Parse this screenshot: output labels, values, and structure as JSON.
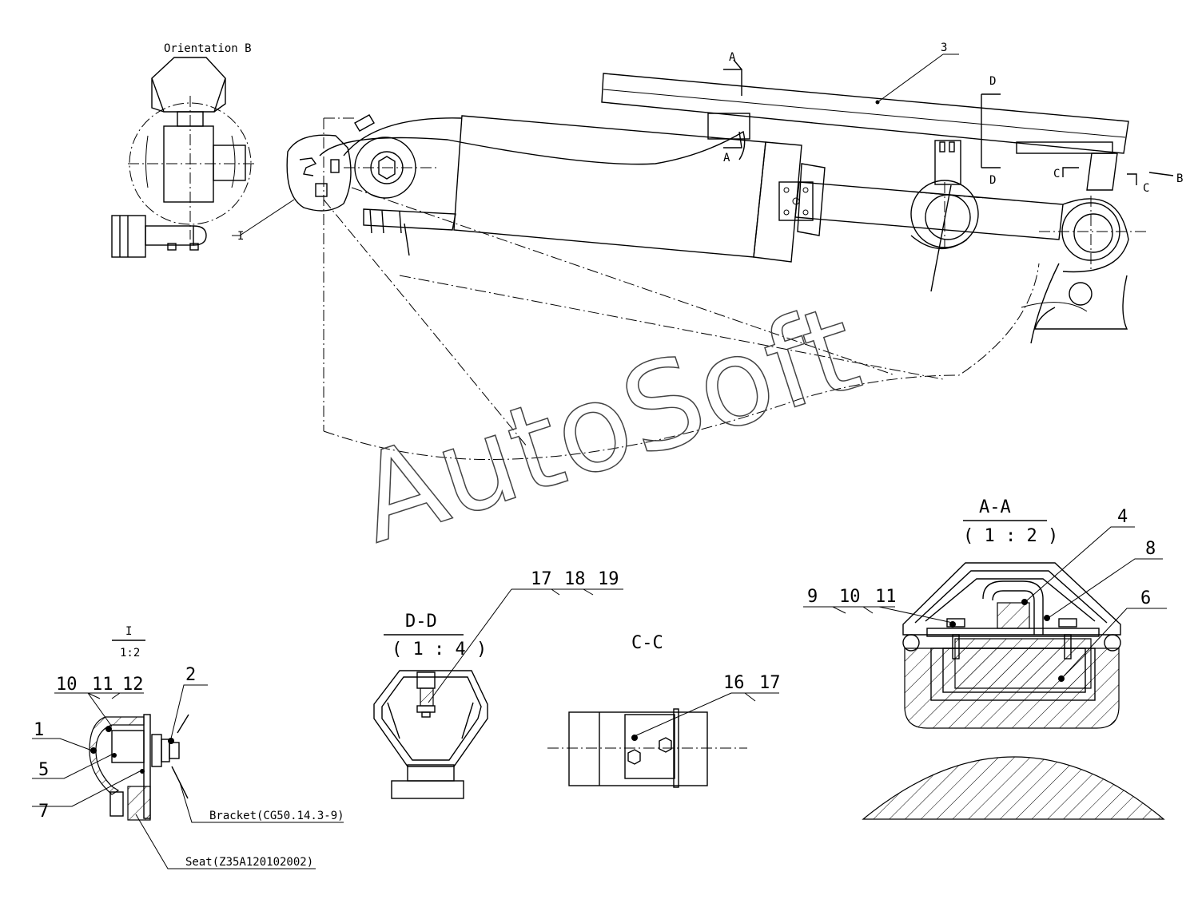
{
  "watermark": "AutoSoft",
  "views": {
    "orientation_b": "Orientation B",
    "detail_i": {
      "title": "I",
      "scale": "1:2"
    },
    "section_dd": {
      "title": "D-D",
      "scale": "( 1 : 4 )"
    },
    "section_cc": {
      "title": "C-C"
    },
    "section_aa": {
      "title": "A-A",
      "scale": "( 1 : 2 )"
    }
  },
  "section_markers": {
    "a": "A",
    "b": "B",
    "c": "C",
    "d": "D",
    "detail": "I"
  },
  "part_labels": {
    "p1": "1",
    "p2": "2",
    "p3": "3",
    "p4": "4",
    "p5": "5",
    "p6": "6",
    "p7": "7",
    "p8": "8",
    "group_9_10_11": [
      "9",
      "10",
      "11"
    ],
    "group_10_11_12": [
      "10",
      "11",
      "12"
    ],
    "group_16_17": [
      "16",
      "17"
    ],
    "group_17_18_19": [
      "17",
      "18",
      "19"
    ]
  },
  "callouts": {
    "bracket": "Bracket(CG50.14.3-9)",
    "seat": "Seat(Z35A120102002)"
  }
}
